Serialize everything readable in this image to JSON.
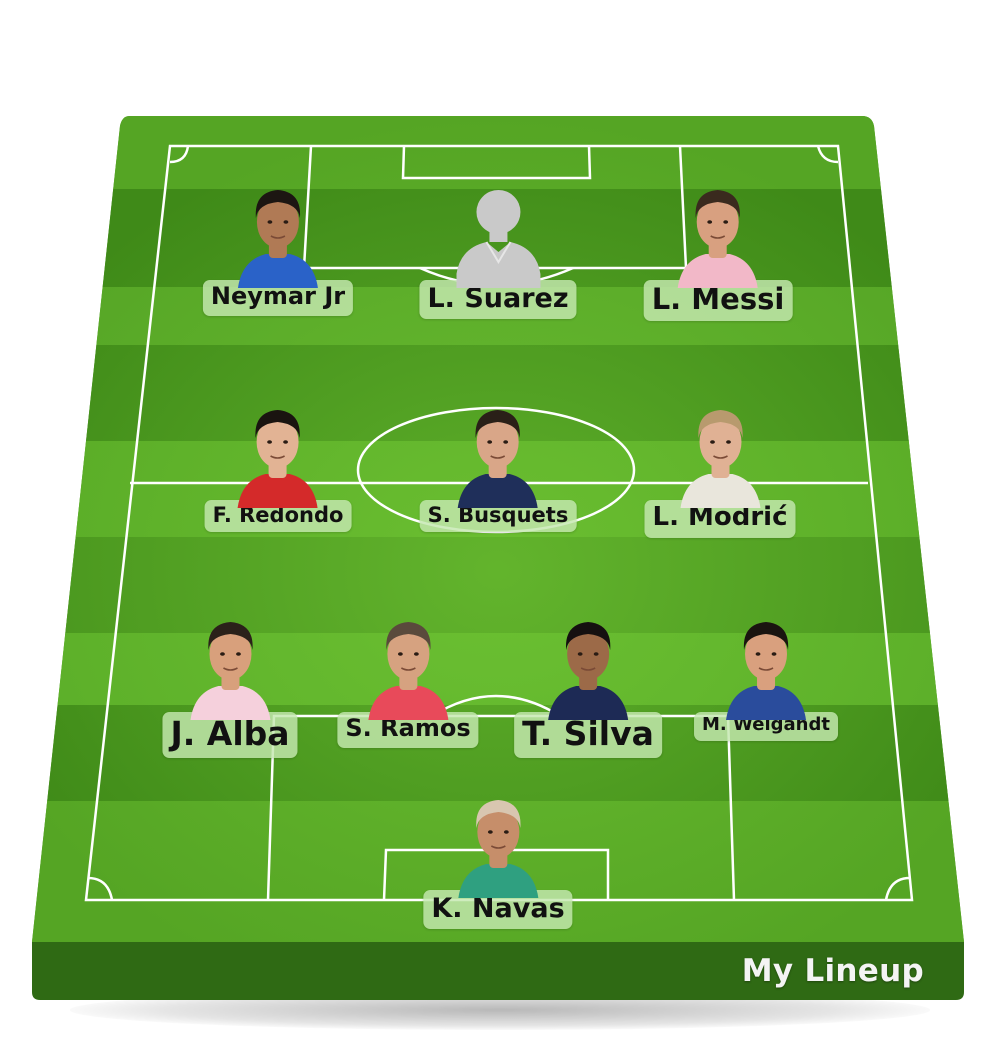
{
  "footer": {
    "title": "My Lineup"
  },
  "players": [
    {
      "id": "neymar",
      "name": "Neymar Jr",
      "shirt": "#2a62c8",
      "skin": "#b07a55",
      "hair": "#1c1612",
      "placeholder": false
    },
    {
      "id": "suarez",
      "name": "L. Suarez",
      "shirt": "#cfcfcf",
      "skin": "#cfcfcf",
      "hair": "#bdbdbd",
      "placeholder": true
    },
    {
      "id": "messi",
      "name": "L. Messi",
      "shirt": "#f2b8c8",
      "skin": "#d8a080",
      "hair": "#3a2a1e",
      "placeholder": false
    },
    {
      "id": "redondo",
      "name": "F. Redondo",
      "shirt": "#d42a2a",
      "skin": "#e2b394",
      "hair": "#1a1410",
      "placeholder": false
    },
    {
      "id": "busquets",
      "name": "S. Busquets",
      "shirt": "#1f2f5a",
      "skin": "#d9a688",
      "hair": "#2a2018",
      "placeholder": false
    },
    {
      "id": "modric",
      "name": "L. Modrić",
      "shirt": "#e9e6dc",
      "skin": "#e0b194",
      "hair": "#b89a6e",
      "placeholder": false
    },
    {
      "id": "alba",
      "name": "J. Alba",
      "shirt": "#f5d0dc",
      "skin": "#d8a07c",
      "hair": "#2b211a",
      "placeholder": false
    },
    {
      "id": "ramos",
      "name": "S. Ramos",
      "shirt": "#e84a5a",
      "skin": "#d6a280",
      "hair": "#5a4a3c",
      "placeholder": false
    },
    {
      "id": "silva",
      "name": "T. Silva",
      "shirt": "#1d2a55",
      "skin": "#9c6a48",
      "hair": "#151010",
      "placeholder": false
    },
    {
      "id": "weigandt",
      "name": "M. Weigandt",
      "shirt": "#2a4c9c",
      "skin": "#d9a07e",
      "hair": "#1a1410",
      "placeholder": false
    },
    {
      "id": "navas",
      "name": "K. Navas",
      "shirt": "#2fa080",
      "skin": "#c68e6a",
      "hair": "#d8c6b0",
      "placeholder": false
    }
  ]
}
